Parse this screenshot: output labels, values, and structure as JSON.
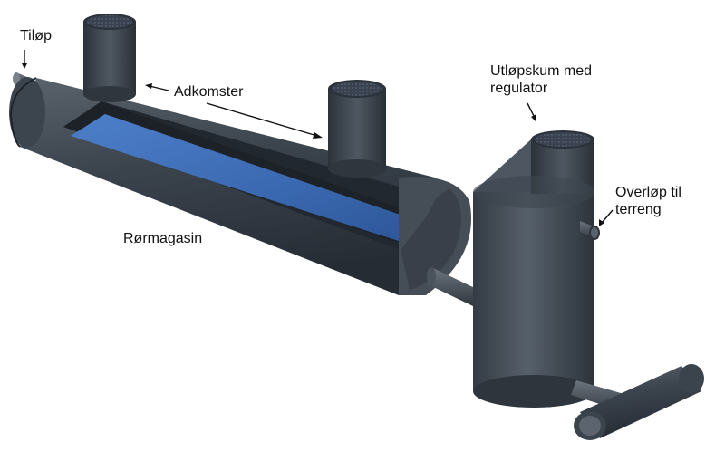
{
  "labels": {
    "inlet": "Tiløp",
    "access": "Adkomster",
    "outlet_line1": "Utløpskum med",
    "outlet_line2": "regulator",
    "overflow_line1": "Overløp til",
    "overflow_line2": "terreng",
    "pipe_magazine": "Rørmagasin"
  },
  "colors": {
    "concrete_dark": "#2f3640",
    "concrete_mid": "#4a535e",
    "concrete_light": "#6b737c",
    "water": "#3f6fb8",
    "water_dark": "#27488a",
    "annotation": "#111111"
  }
}
